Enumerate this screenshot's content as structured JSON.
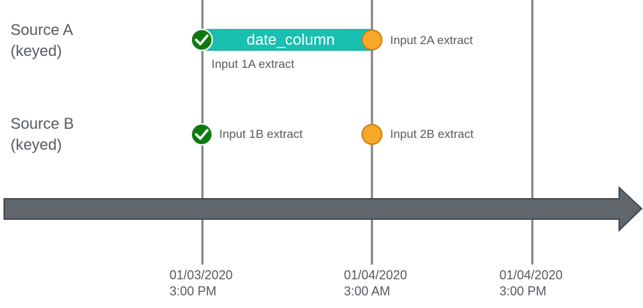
{
  "sources": [
    {
      "line1": "Source A",
      "line2": "(keyed)"
    },
    {
      "line1": "Source B",
      "line2": "(keyed)"
    }
  ],
  "times": [
    {
      "date": "01/03/2020",
      "time": "3:00 PM"
    },
    {
      "date": "01/04/2020",
      "time": "3:00 AM"
    },
    {
      "date": "01/04/2020",
      "time": "3:00 PM"
    }
  ],
  "range_bar": {
    "label": "date_column",
    "color": "#19bfb0"
  },
  "events": {
    "input_1a": {
      "label": "Input 1A extract",
      "status": "complete"
    },
    "input_2a": {
      "label": "Input 2A extract",
      "status": "pending"
    },
    "input_1b": {
      "label": "Input 1B extract",
      "status": "complete"
    },
    "input_2b": {
      "label": "Input 2B extract",
      "status": "pending"
    }
  },
  "colors": {
    "complete": "#0e7a0e",
    "pending": "#f8a829",
    "pending_stroke": "#c97f10",
    "timeline": "#5f666c",
    "gridline": "#7d8185",
    "text": "#555a5f"
  },
  "icons": {
    "complete": "check-circle-icon",
    "pending": "circle-icon"
  }
}
